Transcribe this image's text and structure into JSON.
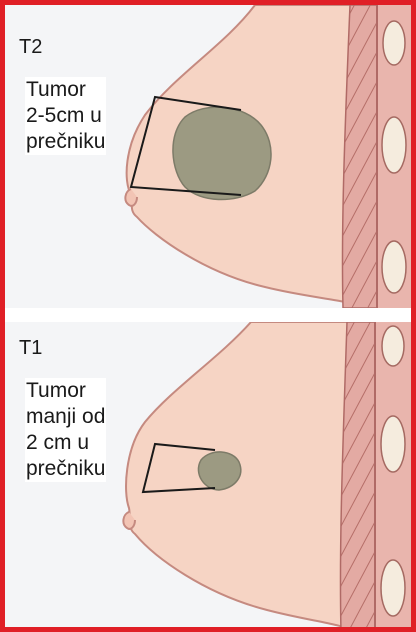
{
  "top_panel": {
    "stage": "T2",
    "caption_lines": [
      "Tumor",
      "2-5cm u",
      "prečniku"
    ]
  },
  "bottom_panel": {
    "stage": "T1",
    "caption_lines": [
      "Tumor",
      "manji od",
      "2 cm u",
      "prečniku"
    ]
  },
  "colors": {
    "border": "#e01f26",
    "background": "#f4f5f7",
    "skin": "#f6d4c4",
    "skin_outline": "#c58a80",
    "muscle": "#e0a7a0",
    "muscle_stripe": "#b06a66",
    "rib": "#f5ecde",
    "tumor": "#9c9a82"
  }
}
